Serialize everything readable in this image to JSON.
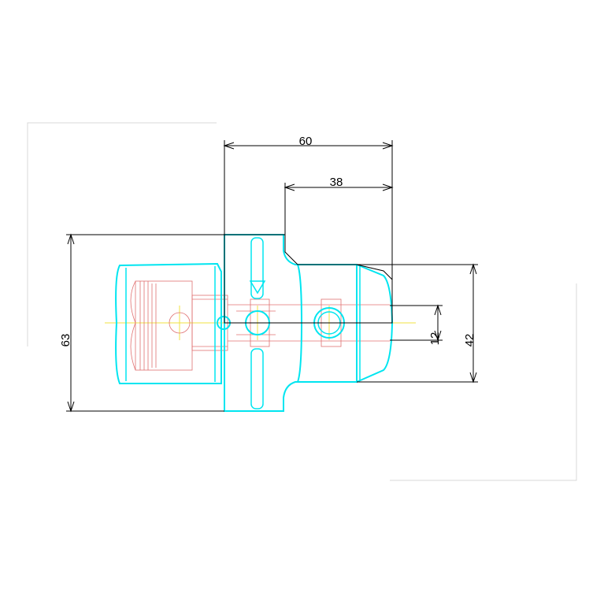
{
  "drawing": {
    "colors": {
      "outline": "#00e5f0",
      "hidden_detail": "#e07070",
      "centerline": "#f0e040",
      "dimension": "#000000",
      "frame": "#d8d8d8"
    },
    "dimensions": {
      "overall_length": "60",
      "body_length": "38",
      "overall_height": "63",
      "body_height": "42",
      "bore": "12"
    }
  }
}
